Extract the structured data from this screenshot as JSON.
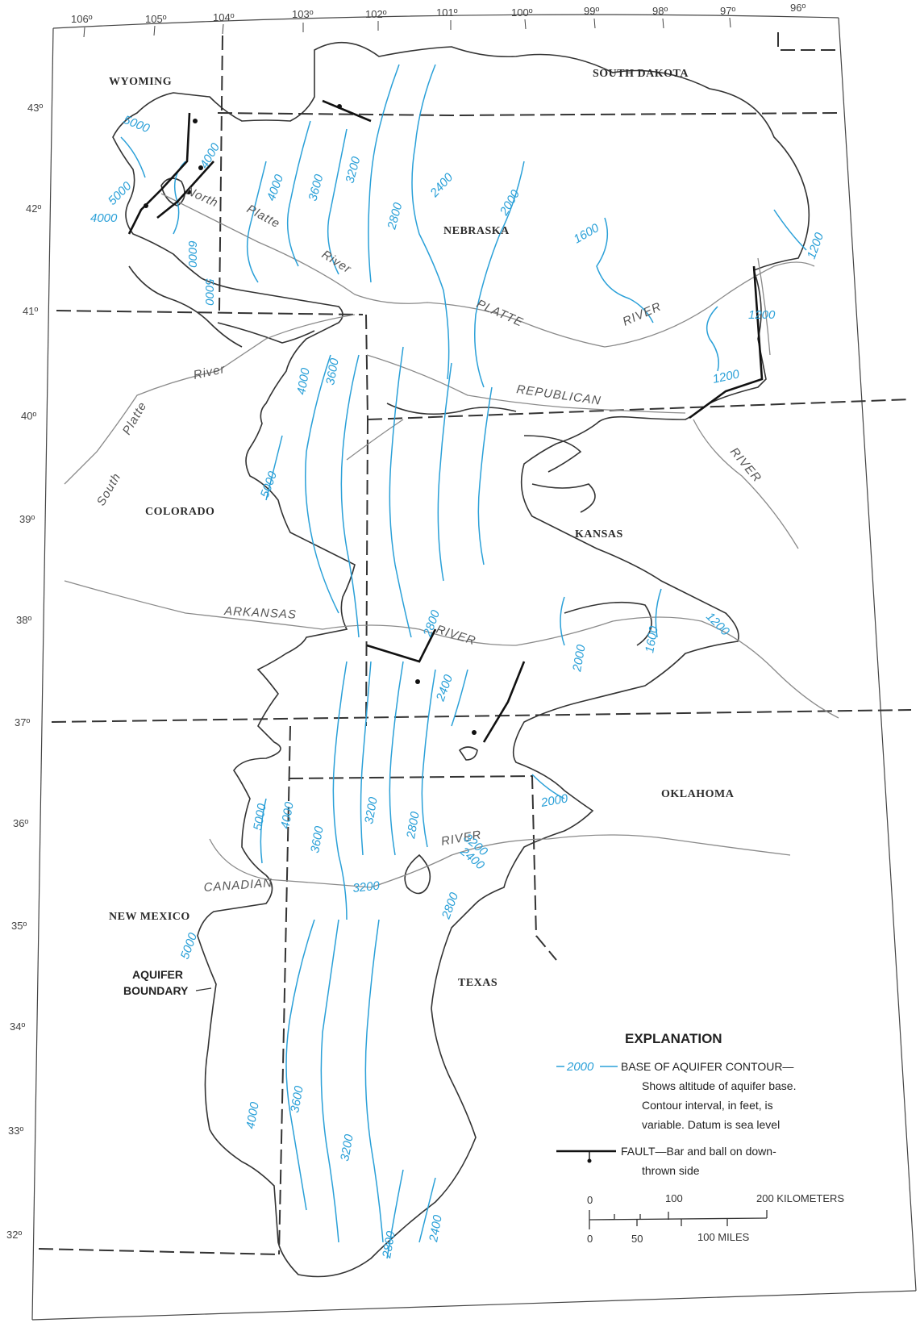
{
  "map": {
    "longitude_labels": [
      "106º",
      "105º",
      "104º",
      "103º",
      "102º",
      "101º",
      "100º",
      "99º",
      "98º",
      "97º",
      "96º"
    ],
    "latitude_labels": [
      "43º",
      "42º",
      "41º",
      "40º",
      "39º",
      "38º",
      "37º",
      "36º",
      "35º",
      "34º",
      "33º",
      "32º"
    ],
    "states": {
      "wyoming": "WYOMING",
      "south_dakota": "SOUTH DAKOTA",
      "nebraska": "NEBRASKA",
      "colorado": "COLORADO",
      "kansas": "KANSAS",
      "oklahoma": "OKLAHOMA",
      "new_mexico": "NEW MEXICO",
      "texas": "TEXAS"
    },
    "rivers": {
      "north": "North",
      "platte": "Platte",
      "river": "River",
      "platte_caps": "PLATTE",
      "river_caps": "RIVER",
      "south": "South",
      "republican": "REPUBLICAN",
      "arkansas": "ARKANSAS",
      "canadian": "CANADIAN"
    },
    "contours": {
      "c5000": "5000",
      "c4000": "4000",
      "c3600": "3600",
      "c3200": "3200",
      "c2800": "2800",
      "c2400": "2400",
      "c2000": "2000",
      "c1600": "1600",
      "c1200": "1200",
      "c6000": "6000"
    },
    "aquifer_boundary": [
      "AQUIFER",
      "BOUNDARY"
    ]
  },
  "explanation": {
    "title": "EXPLANATION",
    "contour_sample": "2000",
    "contour_title": "BASE OF AQUIFER CONTOUR—",
    "contour_desc": [
      "Shows altitude of aquifer base.",
      "Contour interval, in feet, is",
      "variable. Datum is sea level"
    ],
    "fault_title": "FAULT—Bar and ball on down-",
    "fault_desc": "thrown side"
  },
  "scale": {
    "km_ticks": [
      "0",
      "100",
      "200 KILOMETERS"
    ],
    "mile_ticks": [
      "0",
      "50",
      "100 MILES"
    ]
  },
  "colors": {
    "contour": "#2aa0d8",
    "boundary": "#333333",
    "river": "#8a8a8a",
    "state_line": "#333333"
  }
}
